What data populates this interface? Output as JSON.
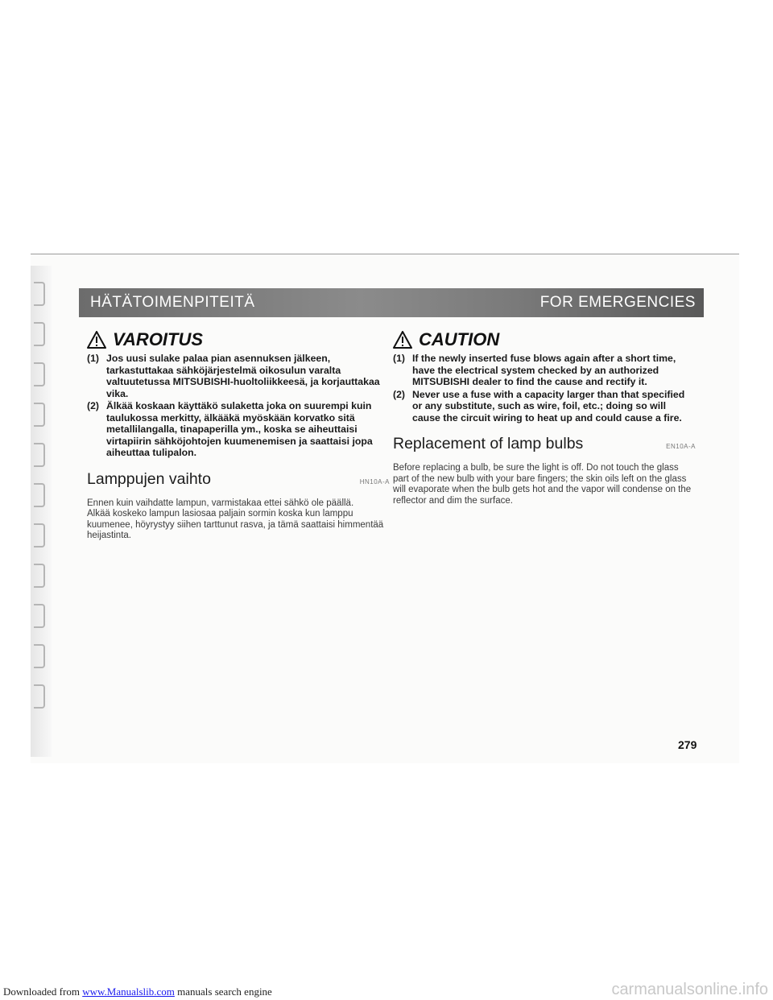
{
  "header": {
    "left_title": "HÄTÄTOIMENPITEITÄ",
    "right_title": "FOR EMERGENCIES"
  },
  "left": {
    "warning_title": "VAROITUS",
    "warnings": [
      {
        "num": "(1)",
        "text": "Jos uusi sulake palaa pian asennuksen jälkeen, tarkastuttakaa sähköjärjestelmä oikosulun varalta valtuutetussa MITSUBISHI-huoltoliikkeesä, ja korjauttakaa vika."
      },
      {
        "num": "(2)",
        "text": "Älkää koskaan käyttäkö sulaketta joka on suurempi kuin taulukossa merkitty, älkääkä myöskään korvatko sitä metallilangalla, tinapaperilla ym., koska se aiheuttaisi virtapiirin sähköjohtojen kuumenemisen ja saattaisi jopa aiheuttaa tulipalon."
      }
    ],
    "section_title": "Lamppujen vaihto",
    "section_code": "HN10A-A",
    "body": "Ennen kuin vaihdatte lampun, varmistakaa ettei sähkö ole päällä.\nAlkää koskeko lampun lasiosaa paljain sormin koska kun lamppu kuumenee, höyrystyy siihen tarttunut rasva, ja tämä saattaisi himmentää heijastinta."
  },
  "right": {
    "warning_title": "CAUTION",
    "warnings": [
      {
        "num": "(1)",
        "text": "If the newly inserted fuse blows again after a short time, have the electrical system checked by an authorized MITSUBISHI dealer to find the cause and rectify it."
      },
      {
        "num": "(2)",
        "text": "Never use a fuse with a capacity larger than that specified or any substitute, such as wire, foil, etc.; doing so will cause the circuit wiring to heat up and could cause a fire."
      }
    ],
    "section_title": "Replacement of lamp bulbs",
    "section_code": "EN10A-A",
    "body": "Before replacing a bulb, be sure the light is off. Do not touch the glass part of the new bulb with your bare fingers; the skin oils left on the glass will evaporate when the bulb gets hot and the vapor will condense on the reflector and dim the surface."
  },
  "page_number": "279",
  "footer": {
    "prefix": "Downloaded from ",
    "link_text": "www.Manualslib.com",
    "suffix": " manuals search engine",
    "brand": "carmanualsonline.info"
  }
}
